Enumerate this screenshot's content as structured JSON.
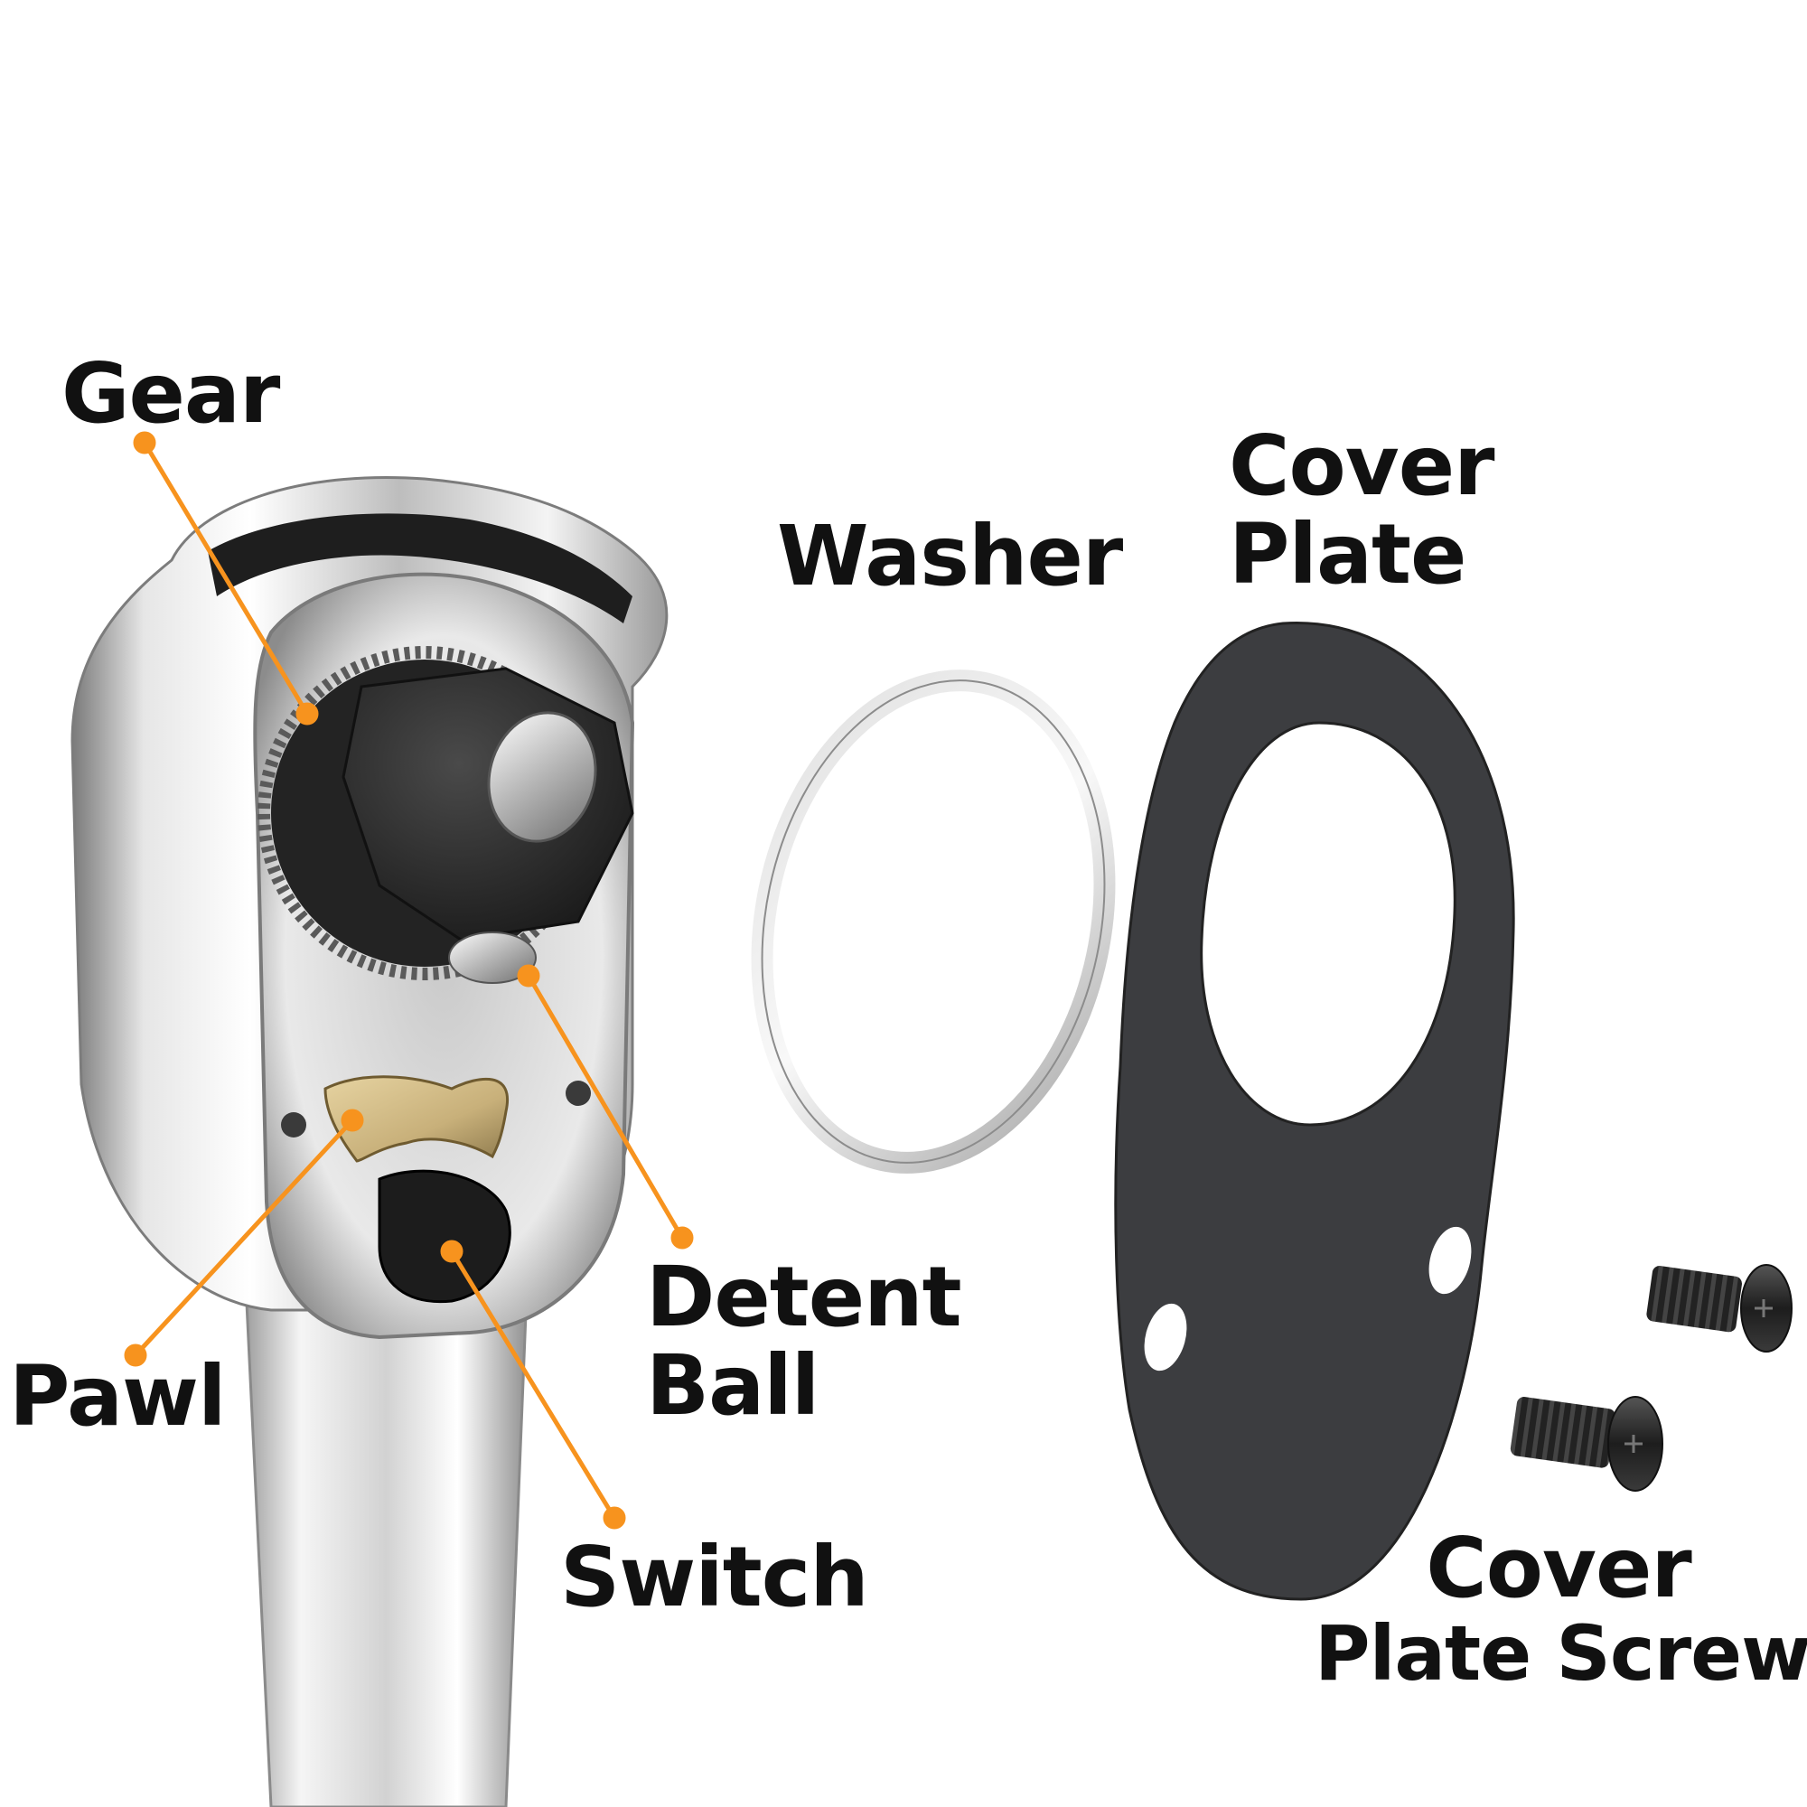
{
  "colors": {
    "accent": "#f7931e",
    "label_text": "#111111",
    "chrome_light": "#f2f2f2",
    "chrome_dark": "#8a8a8a",
    "black_part": "#2b2b2b",
    "cover_plate": "#3c3d40",
    "pawl_brass": "#c8b07a",
    "background": "#ffffff"
  },
  "labels": {
    "gear": "Gear",
    "pawl": "Pawl",
    "switch": "Switch",
    "detent_ball": [
      "Detent",
      "Ball"
    ],
    "washer": "Washer",
    "cover_plate": [
      "Cover",
      "Plate"
    ],
    "cover_plate_screws": [
      "Cover",
      "Plate Screws"
    ]
  },
  "icons": {
    "ratchet": "ratchet-wrench-head-icon",
    "washer": "ring-washer-icon",
    "cover_plate": "cover-plate-icon",
    "screw": "flat-head-screw-icon"
  }
}
